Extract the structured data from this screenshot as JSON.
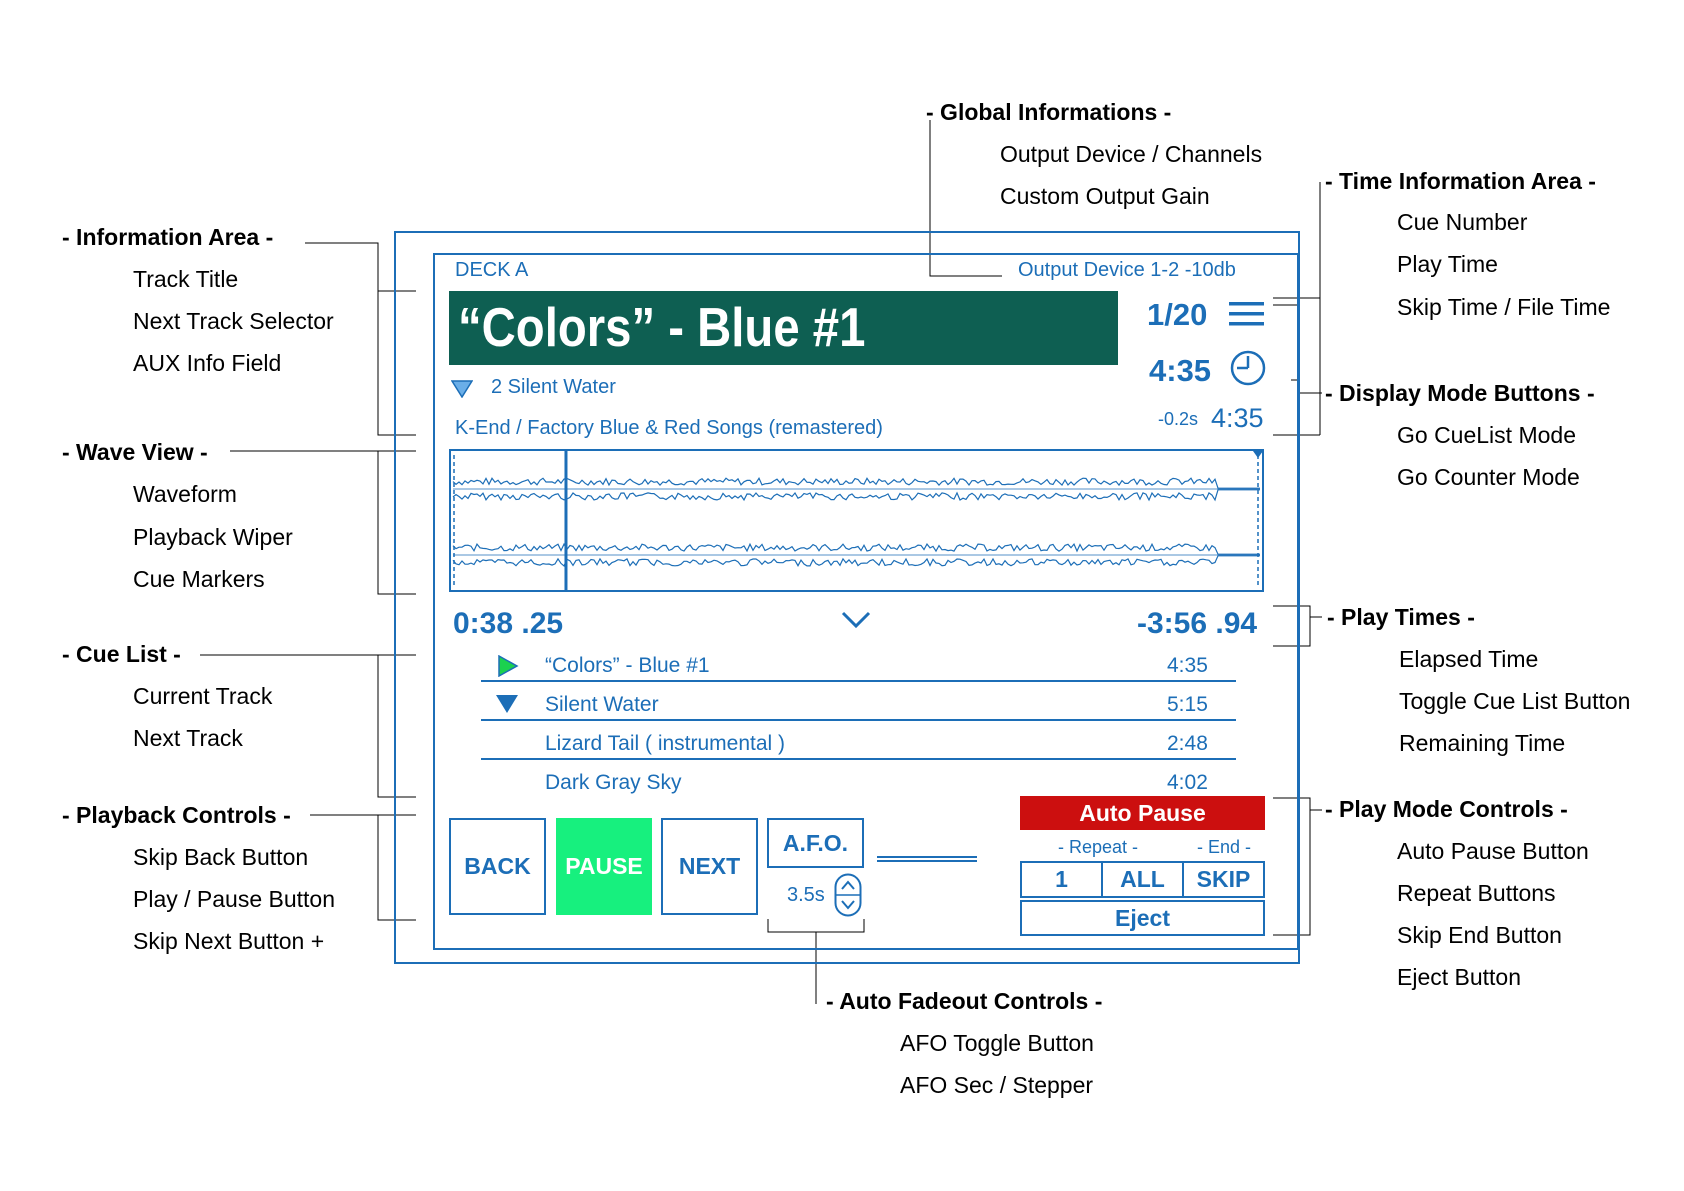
{
  "annotations": {
    "global": {
      "title": "- Global Informations -",
      "items": [
        "Output Device / Channels",
        "Custom Output Gain"
      ]
    },
    "time_info": {
      "title": "- Time Information Area -",
      "items": [
        "Cue Number",
        "Play Time",
        "Skip Time / File Time"
      ]
    },
    "info_area": {
      "title": "- Information Area -",
      "items": [
        "Track Title",
        "Next Track Selector",
        "AUX Info Field"
      ]
    },
    "display_mode": {
      "title": "- Display Mode Buttons -",
      "items": [
        "Go CueList Mode",
        "Go Counter Mode"
      ]
    },
    "wave_view": {
      "title": "- Wave View -",
      "items": [
        "Waveform",
        "Playback Wiper",
        "Cue Markers"
      ]
    },
    "play_times": {
      "title": "- Play Times -",
      "items": [
        "Elapsed Time",
        "Toggle Cue List Button",
        "Remaining Time"
      ]
    },
    "cue_list": {
      "title": "- Cue List -",
      "items": [
        "Current Track",
        "Next Track"
      ]
    },
    "playback": {
      "title": "- Playback Controls -",
      "items": [
        "Skip Back Button",
        "Play / Pause Button",
        "Skip Next Button +"
      ]
    },
    "play_mode": {
      "title": "- Play Mode Controls -",
      "items": [
        "Auto Pause Button",
        "Repeat Buttons",
        "Skip End Button",
        "Eject Button"
      ]
    },
    "afo": {
      "title": "- Auto Fadeout Controls -",
      "items": [
        "AFO Toggle Button",
        "AFO Sec / Stepper"
      ]
    }
  },
  "deck": {
    "name": "DECK A",
    "output": "Output Device 1-2 -10db",
    "title": "“Colors” - Blue #1",
    "cue_number": "1/20",
    "play_time": "4:35",
    "next_track": "2 Silent Water",
    "aux_info": "K-End / Factory Blue & Red Songs (remastered)",
    "skip_time": "-0.2s",
    "file_time": "4:35",
    "elapsed": "0:38 .25",
    "remaining": "-3:56 .94",
    "playback_fraction": 0.14
  },
  "cue_list": [
    {
      "title": "“Colors” - Blue #1",
      "time": "4:35",
      "marker": "play"
    },
    {
      "title": "Silent Water",
      "time": "5:15",
      "marker": "next"
    },
    {
      "title": "Lizard Tail ( instrumental )",
      "time": "2:48",
      "marker": ""
    },
    {
      "title": "Dark Gray Sky",
      "time": "4:02",
      "marker": ""
    }
  ],
  "controls": {
    "back": "BACK",
    "pause": "PAUSE",
    "next": "NEXT",
    "afo": "A.F.O.",
    "afo_sec": "3.5s",
    "auto_pause": "Auto Pause",
    "repeat_label": "- Repeat -",
    "end_label": "- End -",
    "repeat_one": "1",
    "repeat_all": "ALL",
    "skip": "SKIP",
    "eject": "Eject"
  },
  "colors": {
    "accent": "#1c6eb7",
    "title_bg": "#0e5f52",
    "pause_bg": "#17f07e",
    "auto_pause_bg": "#cc0f0f",
    "play_marker": "#1bd14f"
  }
}
